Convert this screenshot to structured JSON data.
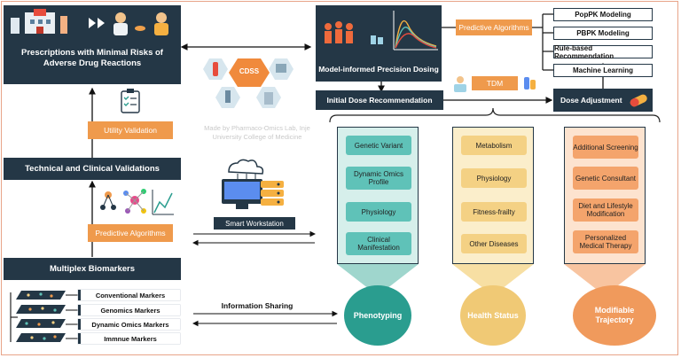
{
  "left": {
    "prescriptions": "Prescriptions with Minimal Risks of Adverse Drug Reactions",
    "utility_validation": "Utility Validation",
    "technical_validations": "Technical and Clinical Validations",
    "predictive_algorithms": "Predictive Algorithms",
    "multiplex_biomarkers": "Multiplex Biomarkers",
    "markers": [
      "Conventional Markers",
      "Genomics Markers",
      "Dynamic Omics Markers",
      "Immnue Markers"
    ]
  },
  "center": {
    "cdss_label": "CDSS",
    "watermark": "Made by Pharmaco-Omics Lab, Inje University College of Medicine",
    "smart_workstation": "Smart Workstation",
    "information_sharing": "Information Sharing"
  },
  "right": {
    "model_informed": "Model-informed Precision Dosing",
    "predictive_algorithms": "Predictive Algorithms",
    "algorithms": [
      "PopPK Modeling",
      "PBPK Modeling",
      "Rule-based Recommendation",
      "Machine Learning"
    ],
    "initial_dose": "Initial Dose Recommendation",
    "tdm": "TDM",
    "dose_adjustment": "Dose Adjustment"
  },
  "columns": [
    {
      "title": "Phenotyping",
      "items": [
        "Genetic Variant",
        "Dynamic Omics Profile",
        "Physiology",
        "Clinical Manifestation"
      ],
      "color": "#2a9d8f",
      "pill": "#5fc2b8",
      "bg": "#d6efeb"
    },
    {
      "title": "Health Status",
      "items": [
        "Metabolism",
        "Physiology",
        "Fitness-frailty",
        "Other Diseases"
      ],
      "color": "#f0c975",
      "pill": "#f4d184",
      "bg": "#fbeecb"
    },
    {
      "title": "Modifiable Trajectory",
      "items": [
        "Additional Screening",
        "Genetic Consultant",
        "Diet and Lifestyle Modification",
        "Personalized Medical Therapy"
      ],
      "color": "#f09a5c",
      "pill": "#f4a46c",
      "bg": "#fde3cf"
    }
  ],
  "colors": {
    "navy": "#243746",
    "orange": "#ef9a4c",
    "teal": "#2a9d8f",
    "yellow": "#f0c975",
    "salmon": "#f09a5c"
  }
}
